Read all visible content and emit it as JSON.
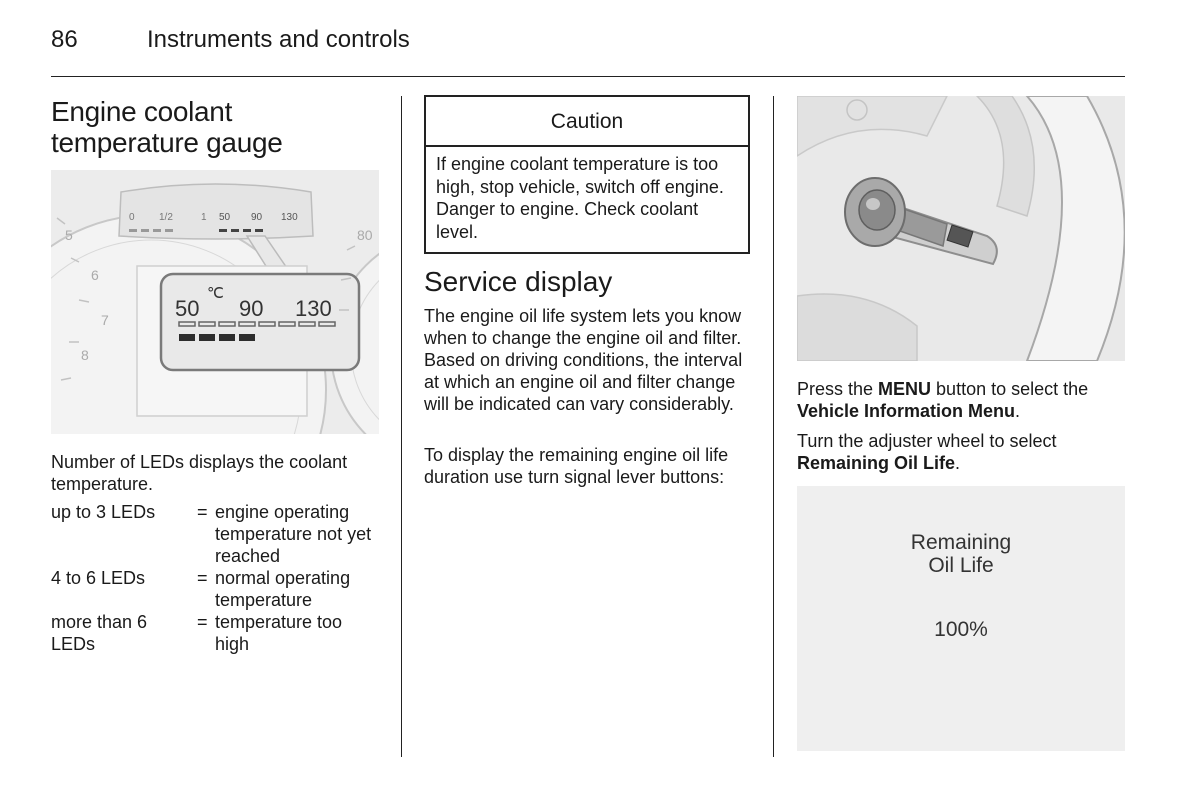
{
  "header": {
    "page_number": "86",
    "title": "Instruments and controls"
  },
  "coolant_section": {
    "title_line1": "Engine coolant",
    "title_line2": "temperature gauge",
    "gauge_figure": {
      "cluster_labels": [
        "0",
        "1/2",
        "1",
        "50",
        "90",
        "130"
      ],
      "temp_symbol": "℃",
      "zoom_values": [
        "50",
        "90",
        "130"
      ],
      "dial_numbers": [
        "5",
        "6",
        "7",
        "8",
        "80"
      ],
      "lit_leds": 4,
      "total_leds": 8
    },
    "intro": "Number of LEDs displays the coolant temperature.",
    "rows": [
      {
        "condition": "up to 3 LEDs",
        "eq": "=",
        "desc": "engine operating temperature not yet reached"
      },
      {
        "condition": "4 to 6 LEDs",
        "eq": "=",
        "desc": "normal operating temperature"
      },
      {
        "condition": "more than 6 LEDs",
        "eq": "=",
        "desc": "temperature too high"
      }
    ]
  },
  "caution": {
    "heading": "Caution",
    "text": "If engine coolant temperature is too high, stop vehicle, switch off engine. Danger to engine. Check coolant level."
  },
  "service_section": {
    "title": "Service display",
    "p1": "The engine oil life system lets you know when to change the engine oil and filter. Based on driving conditions, the interval at which an engine oil and filter change will be indicated can vary considerably.",
    "p2": "To display the remaining engine oil life duration use turn signal lever buttons:"
  },
  "menu_instructions": {
    "p1_a": "Press the ",
    "p1_menu": "MENU",
    "p1_b": " button to select the ",
    "p1_menu_name": "Vehicle Information Menu",
    "p1_end": ".",
    "p2_a": "Turn the adjuster wheel to select ",
    "p2_item": "Remaining Oil Life",
    "p2_end": "."
  },
  "oil_display": {
    "line1": "Remaining",
    "line2": "Oil Life",
    "value": "100%"
  }
}
